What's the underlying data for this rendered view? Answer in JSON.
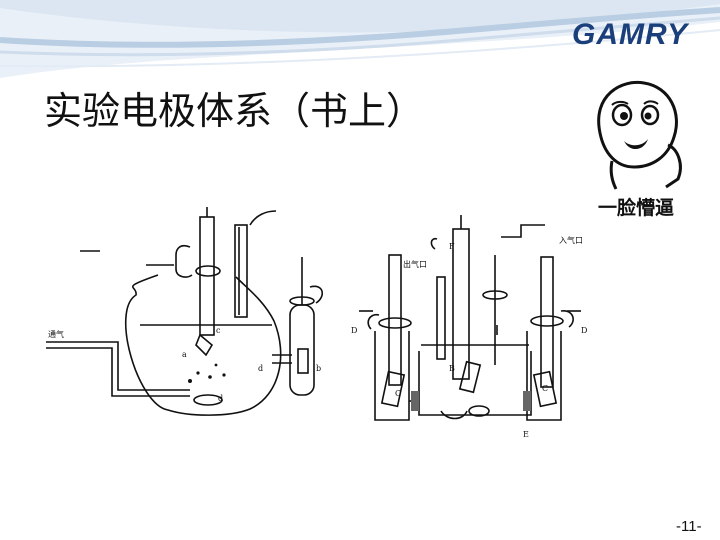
{
  "header": {
    "logo_text": "GAMRY"
  },
  "slide": {
    "title": "实验电极体系（书上）",
    "page_number": "-11-"
  },
  "meme": {
    "caption": "一脸懵逼"
  },
  "left_cell": {
    "labels": {
      "gas_in": "通气",
      "a": "a",
      "b": "b",
      "c": "c",
      "d_side": "d",
      "d_bottom": "d"
    }
  },
  "right_cell": {
    "labels": {
      "gas_out": "出气口",
      "gas_in": "入气口",
      "F": "F",
      "B": "B",
      "C_left": "C",
      "C_right": "C",
      "D_left": "D",
      "D_right": "D",
      "E": "E"
    }
  },
  "colors": {
    "logo": "#1a3f7a",
    "wave_light": "#dbe6f2",
    "wave_mid": "#b9cde3",
    "line": "#111111"
  }
}
